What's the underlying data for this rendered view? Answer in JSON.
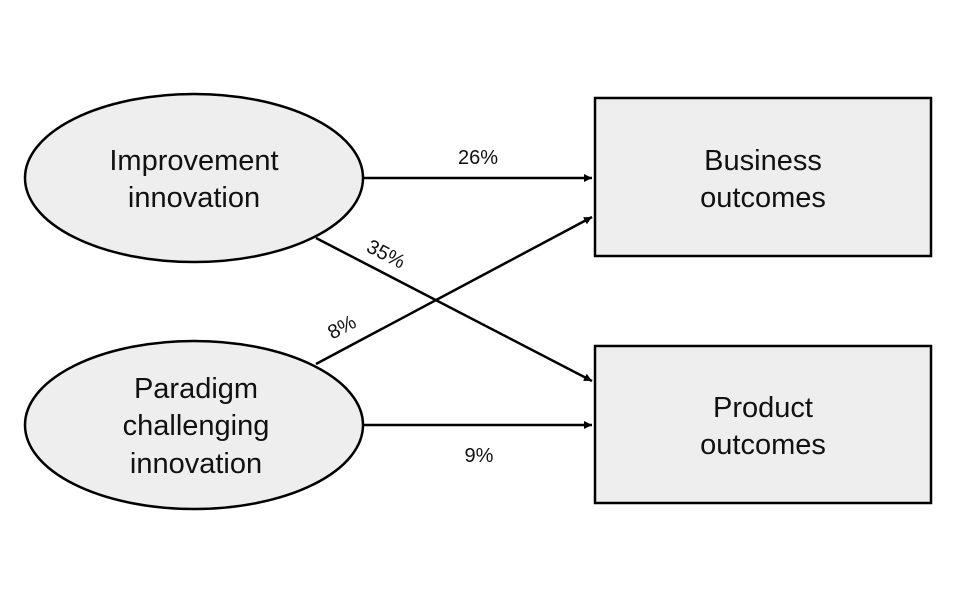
{
  "nodes": {
    "improvement": {
      "line1": "Improvement",
      "line2": "innovation"
    },
    "paradigm": {
      "line1": "Paradigm",
      "line2": "challenging",
      "line3": "innovation"
    },
    "business": {
      "line1": "Business",
      "line2": "outcomes"
    },
    "product": {
      "line1": "Product",
      "line2": "outcomes"
    }
  },
  "edges": {
    "improvement_business": "26%",
    "improvement_product": "35%",
    "paradigm_business": "8%",
    "paradigm_product": "9%"
  },
  "colors": {
    "node_fill": "#eeeeee",
    "stroke": "#000000"
  }
}
